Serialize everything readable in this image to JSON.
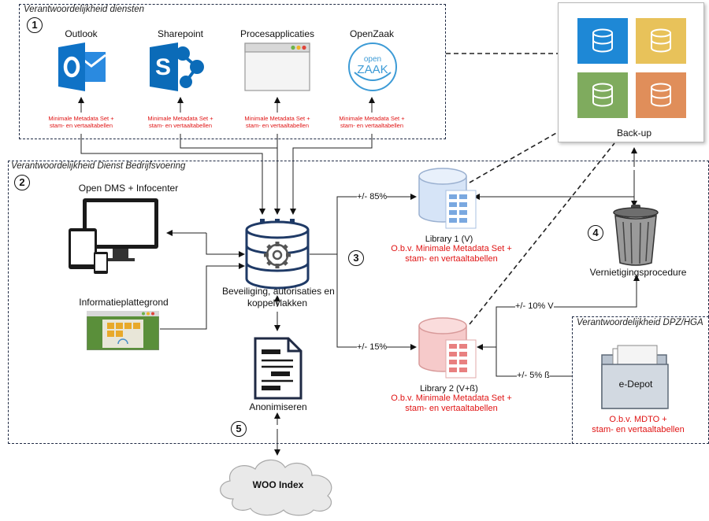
{
  "boxes": {
    "box1_title": "Verantwoordelijkheid diensten",
    "box2_title": "Verantwoordelijkheid Dienst Bedrijfsvoering",
    "box3_title": "Verantwoordelijkheid DPZ/HGA"
  },
  "numbers": {
    "n1": "1",
    "n2": "2",
    "n3": "3",
    "n4": "4",
    "n5": "5"
  },
  "services": [
    {
      "name": "Outlook",
      "meta1": "Minimale Metadata Set +",
      "meta2": "stam- en vertaaltabellen"
    },
    {
      "name": "Sharepoint",
      "meta1": "Minimale Metadata Set +",
      "meta2": "stam- en vertaaltabellen"
    },
    {
      "name": "Procesapplicaties",
      "meta1": "Minimale Metadata Set +",
      "meta2": "stam- en vertaaltabellen"
    },
    {
      "name": "OpenZaak",
      "meta1": "Minimale Metadata Set +",
      "meta2": "stam- en vertaaltabellen"
    }
  ],
  "openzaak_logo": {
    "line1": "open",
    "line2": "ZAAK"
  },
  "backup": {
    "label": "Back-up",
    "colors": [
      "#1e88d6",
      "#e8c25a",
      "#7fab5e",
      "#e08e5a"
    ]
  },
  "dms": {
    "label": "Open DMS + Infocenter"
  },
  "infoplatform": {
    "label": "Informatieplattegrond"
  },
  "central": {
    "line1": "Beveiliging, autorisaties en",
    "line2": "koppelvlakken"
  },
  "anonimiseren": {
    "label": "Anonimiseren"
  },
  "woo": {
    "label": "WOO Index"
  },
  "library1": {
    "title": "Library 1 (V)",
    "meta1": "O.b.v. Minimale Metadata Set +",
    "meta2": "stam- en vertaaltabellen",
    "color": "#d6e4f7"
  },
  "library2": {
    "title": "Library 2 (V+ß)",
    "meta1": "O.b.v. Minimale Metadata Set +",
    "meta2": "stam- en vertaaltabellen",
    "color": "#f6caca"
  },
  "flows": {
    "p85": "+/- 85%",
    "p15": "+/- 15%",
    "p10": "+/- 10% V",
    "p5": "+/- 5% ß"
  },
  "vernietiging": {
    "label": "Vernietigingsprocedure"
  },
  "edepot": {
    "label": "e-Depot",
    "meta1": "O.b.v. MDTO +",
    "meta2": "stam- en vertaaltabellen"
  },
  "colors": {
    "accent_red": "#e01414",
    "outlook_blue": "#0f72c6",
    "sharepoint_blue": "#0b6bb8",
    "openzaak_blue": "#3d9bd6"
  }
}
